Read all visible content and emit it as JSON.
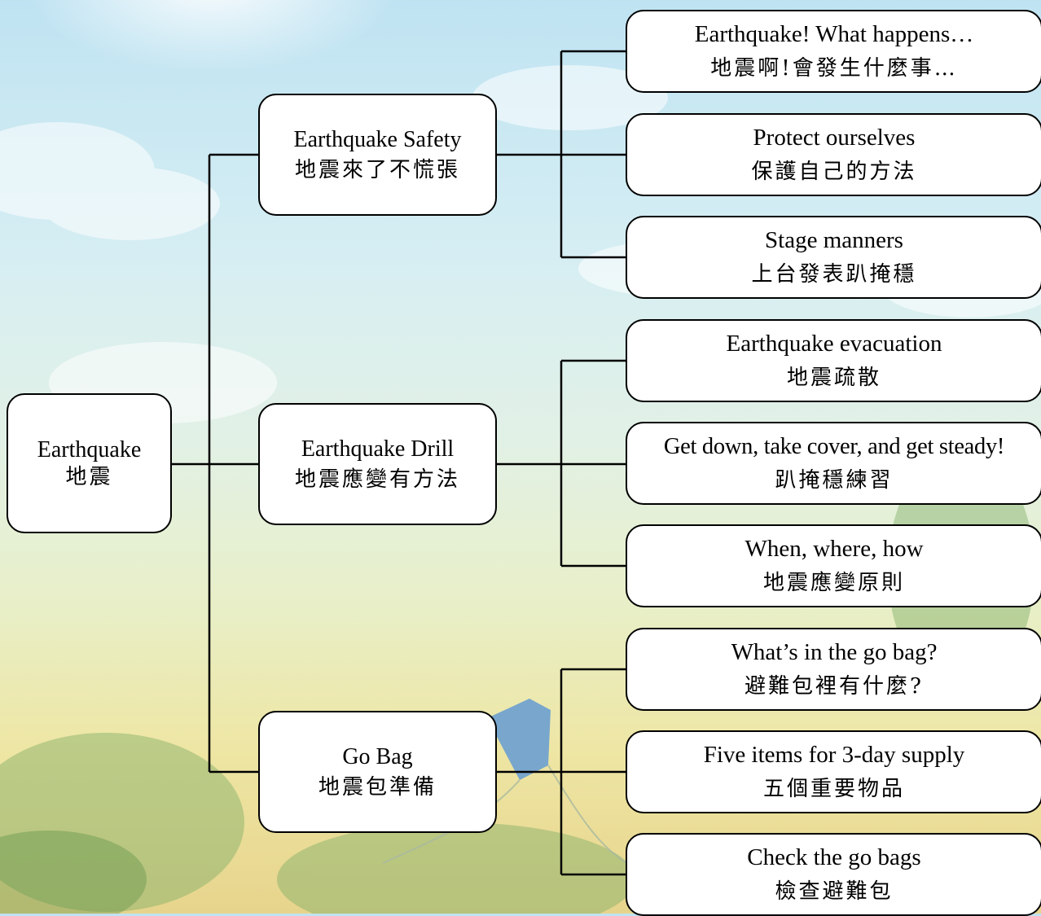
{
  "root": {
    "en": "Earthquake",
    "zh": "地震"
  },
  "branches": [
    {
      "en": "Earthquake Safety",
      "zh": "地震來了不慌張",
      "leaves": [
        {
          "en": "Earthquake! What happens…",
          "zh": "地震啊!會發生什麼事…"
        },
        {
          "en": "Protect ourselves",
          "zh": "保護自己的方法"
        },
        {
          "en": "Stage manners",
          "zh": "上台發表趴掩穩"
        }
      ]
    },
    {
      "en": "Earthquake Drill",
      "zh": "地震應變有方法",
      "leaves": [
        {
          "en": "Earthquake evacuation",
          "zh": "地震疏散"
        },
        {
          "en": "Get down, take cover, and get steady!",
          "zh": "趴掩穩練習"
        },
        {
          "en": "When, where, how",
          "zh": "地震應變原則"
        }
      ]
    },
    {
      "en": "Go Bag",
      "zh": "地震包準備",
      "leaves": [
        {
          "en": "What’s in the go bag?",
          "zh": "避難包裡有什麼?"
        },
        {
          "en": "Five items for 3-day supply",
          "zh": "五個重要物品"
        },
        {
          "en": "Check the go bags",
          "zh": "檢查避難包"
        }
      ]
    }
  ]
}
